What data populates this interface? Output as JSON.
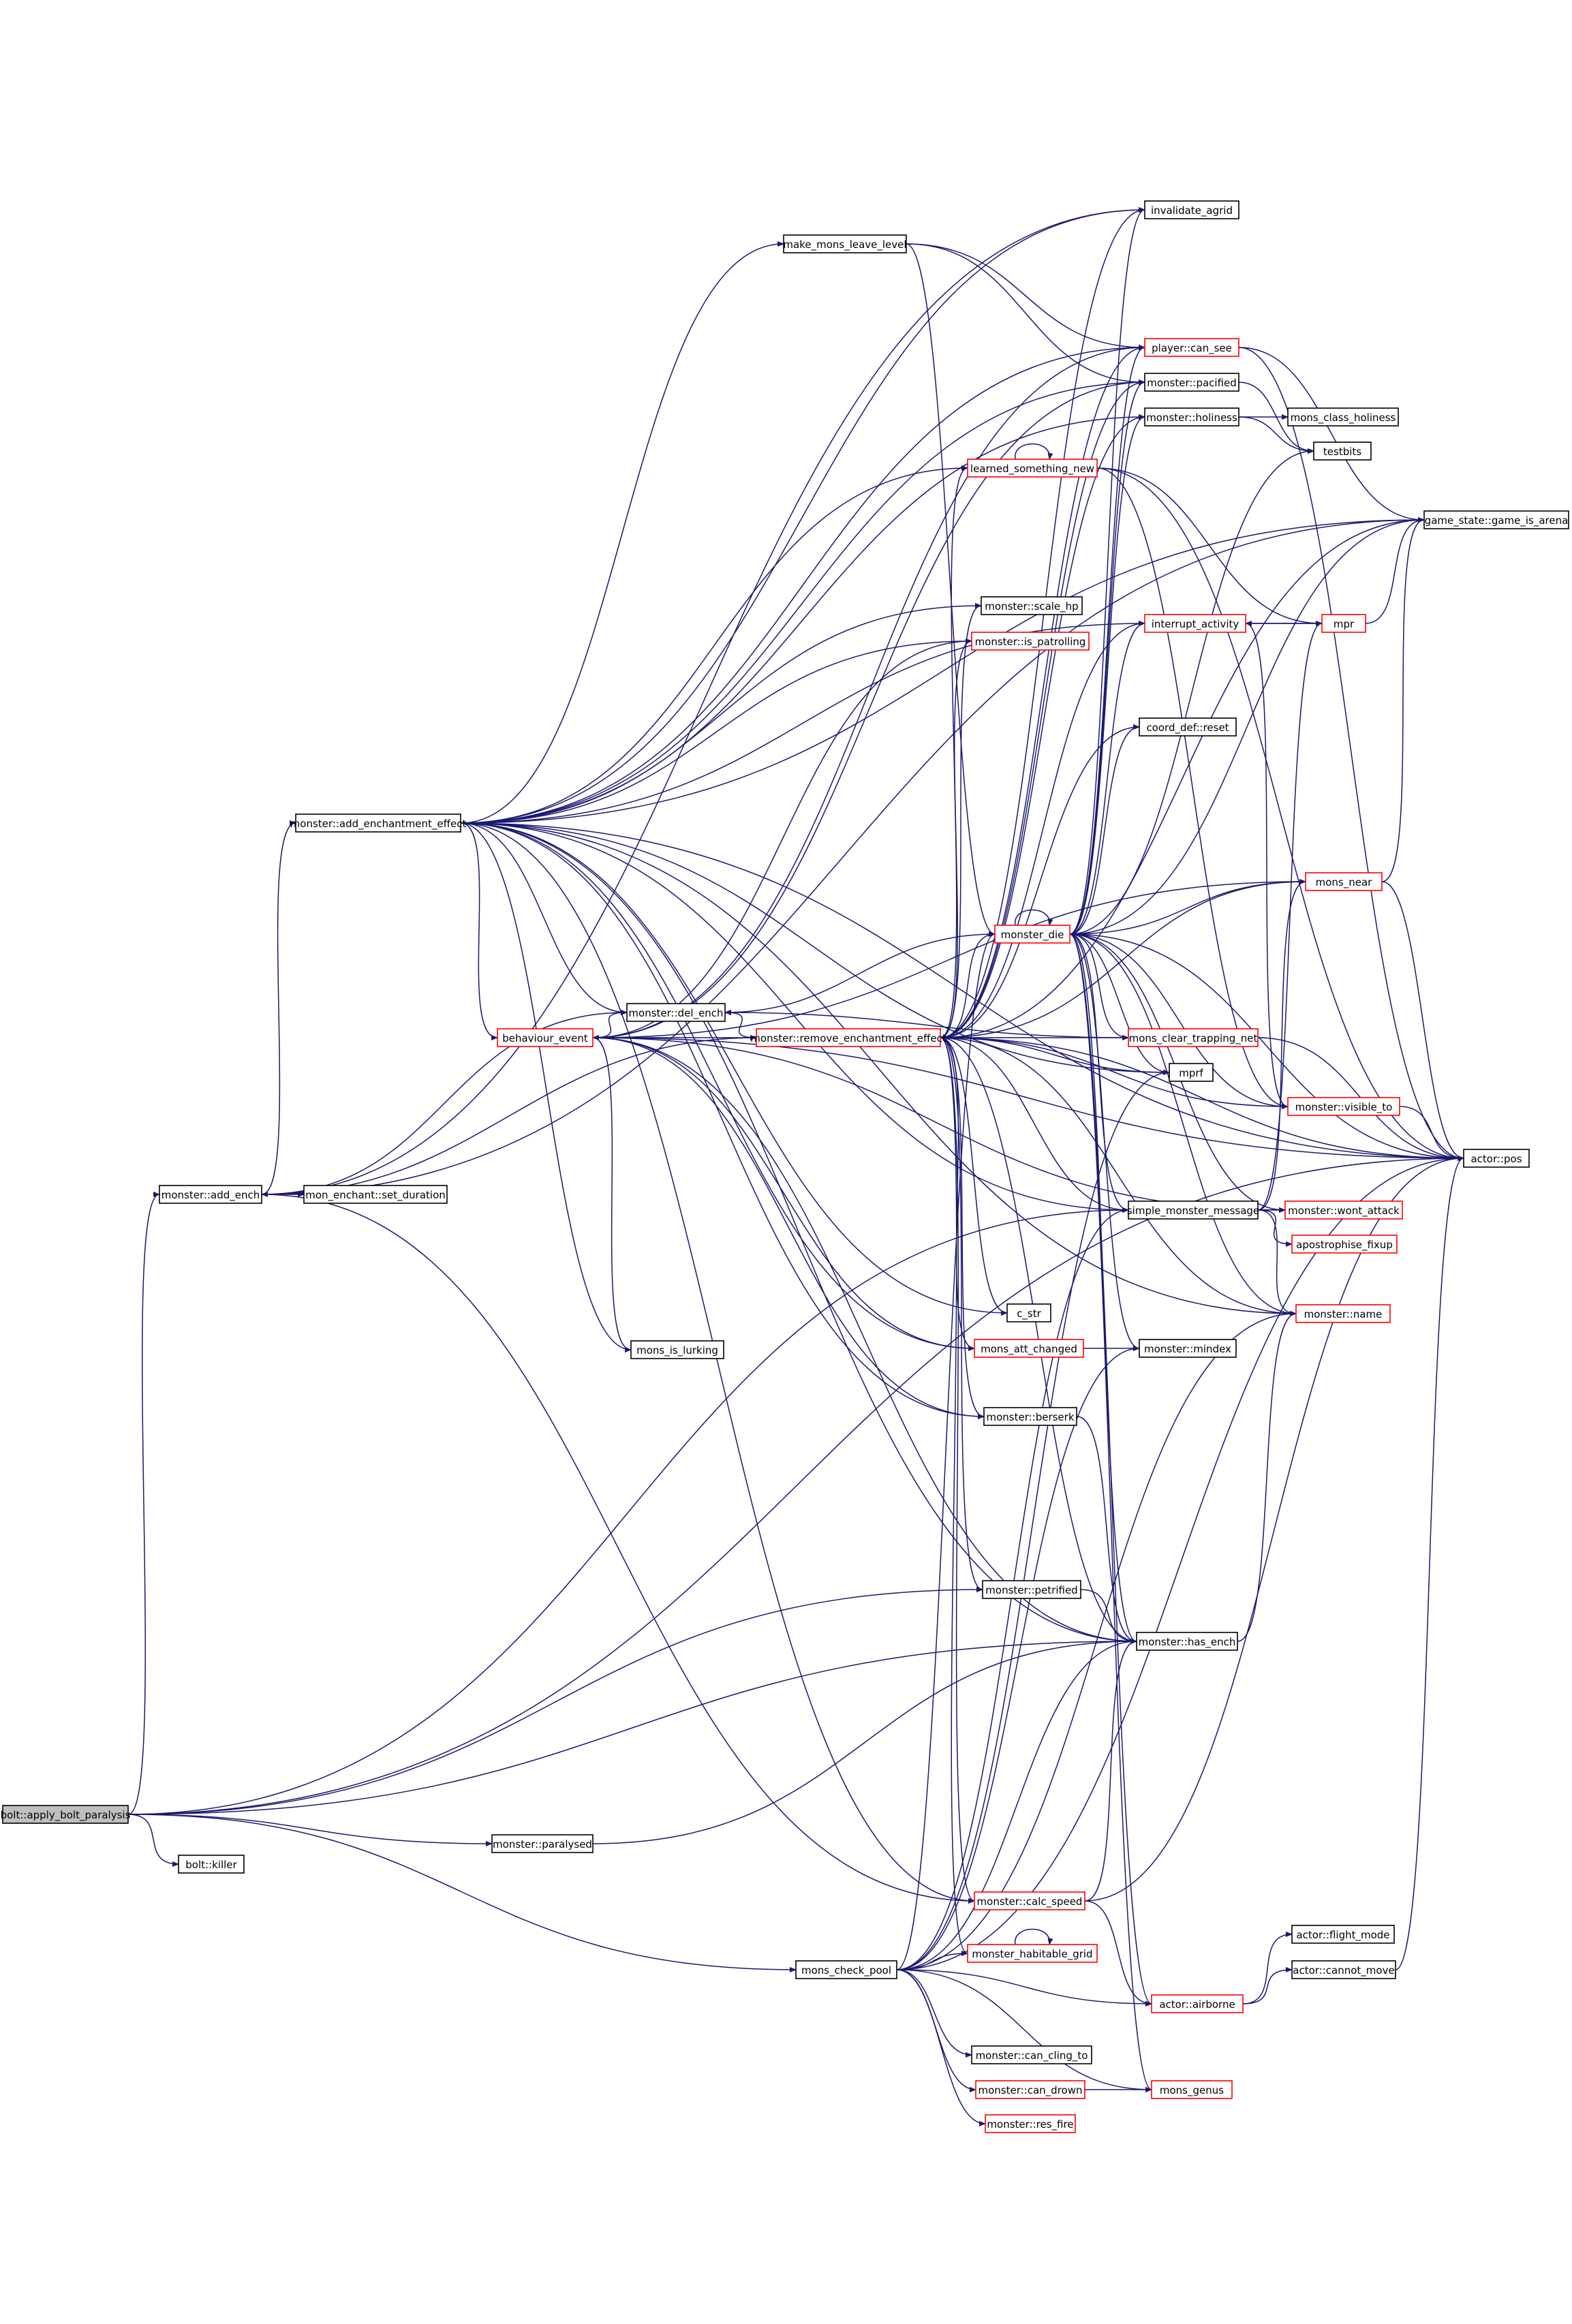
{
  "colors": {
    "edge": "#191970",
    "node_border": "#000000",
    "node_border_incomplete": "#ff0000",
    "root_fill": "#bfbfbf",
    "background": "#ffffff"
  },
  "nodes": [
    {
      "id": "bolt_apply_bolt_paralysis",
      "label": "bolt::apply_bolt_paralysis",
      "root": true
    },
    {
      "id": "bolt_killer",
      "label": "bolt::killer"
    },
    {
      "id": "monster_add_ench",
      "label": "monster::add_ench"
    },
    {
      "id": "mon_enchant_set_duration",
      "label": "mon_enchant::set_duration"
    },
    {
      "id": "monster_add_enchantment_effect",
      "label": "monster::add_enchantment_effect"
    },
    {
      "id": "monster_paralysed",
      "label": "monster::paralysed"
    },
    {
      "id": "behaviour_event",
      "label": "behaviour_event",
      "incomplete": true
    },
    {
      "id": "monster_del_ench",
      "label": "monster::del_ench"
    },
    {
      "id": "mons_is_lurking",
      "label": "mons_is_lurking"
    },
    {
      "id": "make_mons_leave_level",
      "label": "make_mons_leave_level"
    },
    {
      "id": "monster_remove_enchantment_effect",
      "label": "monster::remove_enchantment_effect",
      "incomplete": true
    },
    {
      "id": "mons_check_pool",
      "label": "mons_check_pool"
    },
    {
      "id": "invalidate_agrid",
      "label": "invalidate_agrid"
    },
    {
      "id": "player_can_see",
      "label": "player::can_see",
      "incomplete": true
    },
    {
      "id": "monster_pacified",
      "label": "monster::pacified"
    },
    {
      "id": "monster_holiness",
      "label": "monster::holiness"
    },
    {
      "id": "learned_something_new",
      "label": "learned_something_new",
      "incomplete": true
    },
    {
      "id": "monster_scale_hp",
      "label": "monster::scale_hp"
    },
    {
      "id": "monster_is_patrolling",
      "label": "monster::is_patrolling",
      "incomplete": true
    },
    {
      "id": "interrupt_activity",
      "label": "interrupt_activity",
      "incomplete": true
    },
    {
      "id": "coord_def_reset",
      "label": "coord_def::reset"
    },
    {
      "id": "monster_die",
      "label": "monster_die",
      "incomplete": true
    },
    {
      "id": "mons_clear_trapping_net",
      "label": "mons_clear_trapping_net",
      "incomplete": true
    },
    {
      "id": "mprf",
      "label": "mprf"
    },
    {
      "id": "simple_monster_message",
      "label": "simple_monster_message"
    },
    {
      "id": "c_str",
      "label": "c_str"
    },
    {
      "id": "mons_att_changed",
      "label": "mons_att_changed",
      "incomplete": true
    },
    {
      "id": "monster_mindex",
      "label": "monster::mindex"
    },
    {
      "id": "monster_berserk",
      "label": "monster::berserk"
    },
    {
      "id": "monster_petrified",
      "label": "monster::petrified"
    },
    {
      "id": "monster_has_ench",
      "label": "monster::has_ench"
    },
    {
      "id": "monster_calc_speed",
      "label": "monster::calc_speed",
      "incomplete": true
    },
    {
      "id": "monster_habitable_grid",
      "label": "monster_habitable_grid",
      "incomplete": true
    },
    {
      "id": "actor_airborne",
      "label": "actor::airborne",
      "incomplete": true
    },
    {
      "id": "monster_can_cling_to",
      "label": "monster::can_cling_to"
    },
    {
      "id": "monster_can_drown",
      "label": "monster::can_drown",
      "incomplete": true
    },
    {
      "id": "monster_res_fire",
      "label": "monster::res_fire",
      "incomplete": true
    },
    {
      "id": "mons_genus",
      "label": "mons_genus",
      "incomplete": true
    },
    {
      "id": "mons_class_holiness",
      "label": "mons_class_holiness"
    },
    {
      "id": "testbits",
      "label": "testbits"
    },
    {
      "id": "game_state_game_is_arena",
      "label": "game_state::game_is_arena"
    },
    {
      "id": "mpr",
      "label": "mpr",
      "incomplete": true
    },
    {
      "id": "mons_near",
      "label": "mons_near",
      "incomplete": true
    },
    {
      "id": "monster_visible_to",
      "label": "monster::visible_to",
      "incomplete": true
    },
    {
      "id": "actor_pos",
      "label": "actor::pos"
    },
    {
      "id": "monster_wont_attack",
      "label": "monster::wont_attack",
      "incomplete": true
    },
    {
      "id": "apostrophise_fixup",
      "label": "apostrophise_fixup",
      "incomplete": true
    },
    {
      "id": "monster_name",
      "label": "monster::name",
      "incomplete": true
    },
    {
      "id": "actor_flight_mode",
      "label": "actor::flight_mode"
    },
    {
      "id": "actor_cannot_move",
      "label": "actor::cannot_move"
    }
  ],
  "edges": [
    [
      "bolt_apply_bolt_paralysis",
      "monster_add_ench"
    ],
    [
      "bolt_apply_bolt_paralysis",
      "bolt_killer"
    ],
    [
      "bolt_apply_bolt_paralysis",
      "monster_paralysed"
    ],
    [
      "bolt_apply_bolt_paralysis",
      "mons_check_pool"
    ],
    [
      "bolt_apply_bolt_paralysis",
      "monster_petrified"
    ],
    [
      "bolt_apply_bolt_paralysis",
      "monster_has_ench"
    ],
    [
      "bolt_apply_bolt_paralysis",
      "simple_monster_message"
    ],
    [
      "bolt_apply_bolt_paralysis",
      "actor_pos"
    ],
    [
      "monster_add_ench",
      "mon_enchant_set_duration"
    ],
    [
      "monster_add_ench",
      "monster_add_enchantment_effect"
    ],
    [
      "monster_add_ench",
      "monster_del_ench"
    ],
    [
      "monster_add_ench",
      "invalidate_agrid"
    ],
    [
      "monster_add_ench",
      "game_state_game_is_arena"
    ],
    [
      "monster_add_ench",
      "monster_calc_speed"
    ],
    [
      "monster_add_enchantment_effect",
      "behaviour_event"
    ],
    [
      "monster_add_enchantment_effect",
      "monster_del_ench"
    ],
    [
      "monster_add_enchantment_effect",
      "mons_is_lurking"
    ],
    [
      "monster_add_enchantment_effect",
      "make_mons_leave_level"
    ],
    [
      "monster_add_enchantment_effect",
      "invalidate_agrid"
    ],
    [
      "monster_add_enchantment_effect",
      "player_can_see"
    ],
    [
      "monster_add_enchantment_effect",
      "monster_pacified"
    ],
    [
      "monster_add_enchantment_effect",
      "monster_holiness"
    ],
    [
      "monster_add_enchantment_effect",
      "learned_something_new"
    ],
    [
      "monster_add_enchantment_effect",
      "monster_scale_hp"
    ],
    [
      "monster_add_enchantment_effect",
      "monster_is_patrolling"
    ],
    [
      "monster_add_enchantment_effect",
      "interrupt_activity"
    ],
    [
      "monster_add_enchantment_effect",
      "game_state_game_is_arena"
    ],
    [
      "monster_add_enchantment_effect",
      "mprf"
    ],
    [
      "monster_add_enchantment_effect",
      "c_str"
    ],
    [
      "monster_add_enchantment_effect",
      "mons_att_changed"
    ],
    [
      "monster_add_enchantment_effect",
      "monster_berserk"
    ],
    [
      "monster_add_enchantment_effect",
      "monster_has_ench"
    ],
    [
      "monster_add_enchantment_effect",
      "monster_calc_speed"
    ],
    [
      "monster_add_enchantment_effect",
      "monster_name"
    ],
    [
      "monster_add_enchantment_effect",
      "simple_monster_message"
    ],
    [
      "monster_add_enchantment_effect",
      "actor_pos"
    ],
    [
      "monster_paralysed",
      "monster_has_ench"
    ],
    [
      "behaviour_event",
      "monster_del_ench"
    ],
    [
      "behaviour_event",
      "mons_is_lurking"
    ],
    [
      "behaviour_event",
      "monster_pacified"
    ],
    [
      "behaviour_event",
      "monster_is_patrolling"
    ],
    [
      "behaviour_event",
      "monster_berserk"
    ],
    [
      "behaviour_event",
      "mons_att_changed"
    ],
    [
      "behaviour_event",
      "monster_has_ench"
    ],
    [
      "behaviour_event",
      "mons_near"
    ],
    [
      "behaviour_event",
      "monster_wont_attack"
    ],
    [
      "behaviour_event",
      "player_can_see"
    ],
    [
      "behaviour_event",
      "actor_pos"
    ],
    [
      "monster_del_ench",
      "monster_remove_enchantment_effect"
    ],
    [
      "make_mons_leave_level",
      "player_can_see"
    ],
    [
      "make_mons_leave_level",
      "monster_die"
    ],
    [
      "make_mons_leave_level",
      "monster_pacified"
    ],
    [
      "monster_remove_enchantment_effect",
      "behaviour_event"
    ],
    [
      "monster_remove_enchantment_effect",
      "monster_add_ench"
    ],
    [
      "monster_remove_enchantment_effect",
      "invalidate_agrid"
    ],
    [
      "monster_remove_enchantment_effect",
      "player_can_see"
    ],
    [
      "monster_remove_enchantment_effect",
      "monster_pacified"
    ],
    [
      "monster_remove_enchantment_effect",
      "monster_holiness"
    ],
    [
      "monster_remove_enchantment_effect",
      "learned_something_new"
    ],
    [
      "monster_remove_enchantment_effect",
      "monster_scale_hp"
    ],
    [
      "monster_remove_enchantment_effect",
      "monster_is_patrolling"
    ],
    [
      "monster_remove_enchantment_effect",
      "interrupt_activity"
    ],
    [
      "monster_remove_enchantment_effect",
      "coord_def_reset"
    ],
    [
      "monster_remove_enchantment_effect",
      "monster_die"
    ],
    [
      "monster_remove_enchantment_effect",
      "mons_clear_trapping_net"
    ],
    [
      "monster_remove_enchantment_effect",
      "mprf"
    ],
    [
      "monster_remove_enchantment_effect",
      "simple_monster_message"
    ],
    [
      "monster_remove_enchantment_effect",
      "c_str"
    ],
    [
      "monster_remove_enchantment_effect",
      "mons_att_changed"
    ],
    [
      "monster_remove_enchantment_effect",
      "monster_berserk"
    ],
    [
      "monster_remove_enchantment_effect",
      "monster_petrified"
    ],
    [
      "monster_remove_enchantment_effect",
      "monster_has_ench"
    ],
    [
      "monster_remove_enchantment_effect",
      "monster_calc_speed"
    ],
    [
      "monster_remove_enchantment_effect",
      "monster_habitable_grid"
    ],
    [
      "monster_remove_enchantment_effect",
      "mons_near"
    ],
    [
      "monster_remove_enchantment_effect",
      "monster_visible_to"
    ],
    [
      "monster_remove_enchantment_effect",
      "actor_pos"
    ],
    [
      "monster_remove_enchantment_effect",
      "game_state_game_is_arena"
    ],
    [
      "monster_remove_enchantment_effect",
      "monster_name"
    ],
    [
      "mons_check_pool",
      "monster_habitable_grid"
    ],
    [
      "mons_check_pool",
      "actor_airborne"
    ],
    [
      "mons_check_pool",
      "monster_can_cling_to"
    ],
    [
      "mons_check_pool",
      "monster_can_drown"
    ],
    [
      "mons_check_pool",
      "monster_res_fire"
    ],
    [
      "mons_check_pool",
      "mons_genus"
    ],
    [
      "mons_check_pool",
      "monster_die"
    ],
    [
      "mons_check_pool",
      "simple_monster_message"
    ],
    [
      "mons_check_pool",
      "monster_mindex"
    ],
    [
      "mons_check_pool",
      "mprf"
    ],
    [
      "mons_check_pool",
      "monster_has_ench"
    ],
    [
      "mons_check_pool",
      "monster_name"
    ],
    [
      "mons_check_pool",
      "actor_pos"
    ],
    [
      "monster_die",
      "monster_die"
    ],
    [
      "monster_die",
      "monster_del_ench"
    ],
    [
      "monster_die",
      "invalidate_agrid"
    ],
    [
      "monster_die",
      "player_can_see"
    ],
    [
      "monster_die",
      "monster_pacified"
    ],
    [
      "monster_die",
      "monster_holiness"
    ],
    [
      "monster_die",
      "interrupt_activity"
    ],
    [
      "monster_die",
      "coord_def_reset"
    ],
    [
      "monster_die",
      "mons_clear_trapping_net"
    ],
    [
      "monster_die",
      "mprf"
    ],
    [
      "monster_die",
      "simple_monster_message"
    ],
    [
      "monster_die",
      "monster_mindex"
    ],
    [
      "monster_die",
      "monster_has_ench"
    ],
    [
      "monster_die",
      "actor_airborne"
    ],
    [
      "monster_die",
      "mons_genus"
    ],
    [
      "monster_die",
      "mons_near"
    ],
    [
      "monster_die",
      "monster_visible_to"
    ],
    [
      "monster_die",
      "actor_pos"
    ],
    [
      "monster_die",
      "monster_wont_attack"
    ],
    [
      "monster_die",
      "monster_name"
    ],
    [
      "monster_die",
      "testbits"
    ],
    [
      "monster_die",
      "game_state_game_is_arena"
    ],
    [
      "monster_holiness",
      "mons_class_holiness"
    ],
    [
      "monster_holiness",
      "testbits"
    ],
    [
      "monster_pacified",
      "testbits"
    ],
    [
      "learned_something_new",
      "learned_something_new"
    ],
    [
      "learned_something_new",
      "mpr"
    ],
    [
      "learned_something_new",
      "actor_pos"
    ],
    [
      "learned_something_new",
      "monster_visible_to"
    ],
    [
      "player_can_see",
      "game_state_game_is_arena"
    ],
    [
      "player_can_see",
      "actor_pos"
    ],
    [
      "interrupt_activity",
      "mpr"
    ],
    [
      "interrupt_activity",
      "monster_visible_to"
    ],
    [
      "mpr",
      "interrupt_activity"
    ],
    [
      "mpr",
      "game_state_game_is_arena"
    ],
    [
      "mons_near",
      "game_state_game_is_arena"
    ],
    [
      "mons_near",
      "actor_pos"
    ],
    [
      "monster_visible_to",
      "actor_pos"
    ],
    [
      "simple_monster_message",
      "mons_near"
    ],
    [
      "simple_monster_message",
      "monster_wont_attack"
    ],
    [
      "simple_monster_message",
      "apostrophise_fixup"
    ],
    [
      "simple_monster_message",
      "monster_name"
    ],
    [
      "simple_monster_message",
      "mpr"
    ],
    [
      "mons_clear_trapping_net",
      "monster_del_ench"
    ],
    [
      "mons_clear_trapping_net",
      "actor_pos"
    ],
    [
      "mons_att_changed",
      "monster_mindex"
    ],
    [
      "monster_berserk",
      "monster_has_ench"
    ],
    [
      "monster_petrified",
      "monster_has_ench"
    ],
    [
      "monster_calc_speed",
      "monster_has_ench"
    ],
    [
      "monster_calc_speed",
      "actor_airborne"
    ],
    [
      "monster_calc_speed",
      "actor_pos"
    ],
    [
      "monster_habitable_grid",
      "monster_habitable_grid"
    ],
    [
      "actor_airborne",
      "actor_flight_mode"
    ],
    [
      "actor_airborne",
      "actor_cannot_move"
    ],
    [
      "actor_cannot_move",
      "actor_pos"
    ],
    [
      "monster_can_drown",
      "mons_genus"
    ],
    [
      "monster_has_ench",
      "monster_name"
    ]
  ]
}
